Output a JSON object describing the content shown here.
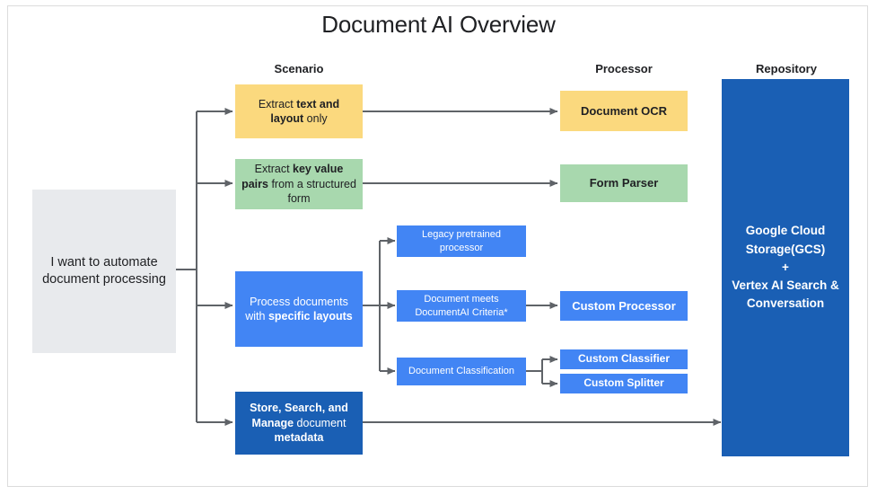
{
  "title": "Document AI Overview",
  "columns": [
    {
      "label": "Scenario"
    },
    {
      "label": "Processor"
    },
    {
      "label": "Repository"
    }
  ],
  "colors": {
    "yellow": "#fbd97e",
    "green": "#a8d8ae",
    "blue": "#4285f4",
    "dark_blue": "#1a5fb4",
    "gray": "#e8eaed",
    "connector": "#5f6368",
    "frame": "#dcdcdc"
  },
  "start_node": {
    "text": "I want to automate document processing"
  },
  "scenarios": [
    {
      "id": "extract-text-layout",
      "plain_text": "Extract text and layout only",
      "color": "yellow"
    },
    {
      "id": "extract-key-value",
      "plain_text": "Extract key value pairs from a structured form",
      "color": "green"
    },
    {
      "id": "specific-layouts",
      "plain_text": "Process documents with specific layouts",
      "color": "blue"
    },
    {
      "id": "store-search-manage",
      "plain_text": "Store, Search, and Manage document metadata",
      "color": "dark_blue"
    }
  ],
  "middle_nodes": [
    {
      "id": "legacy-pretrained",
      "text": "Legacy pretrained processor"
    },
    {
      "id": "documentai-criteria",
      "text": "Document meets DocumentAI Criteria*"
    },
    {
      "id": "document-classification",
      "text": "Document Classification"
    }
  ],
  "processors": [
    {
      "id": "document-ocr",
      "label": "Document OCR",
      "color": "yellow"
    },
    {
      "id": "form-parser",
      "label": "Form Parser",
      "color": "green"
    },
    {
      "id": "custom-processor",
      "label": "Custom Processor",
      "color": "blue"
    },
    {
      "id": "custom-classifier",
      "label": "Custom Classifier",
      "color": "blue"
    },
    {
      "id": "custom-splitter",
      "label": "Custom Splitter",
      "color": "blue"
    }
  ],
  "repository": {
    "line1": "Google Cloud",
    "line2": "Storage(GCS)",
    "line3": "+",
    "line4": "Vertex AI Search &",
    "line5": "Conversation"
  }
}
